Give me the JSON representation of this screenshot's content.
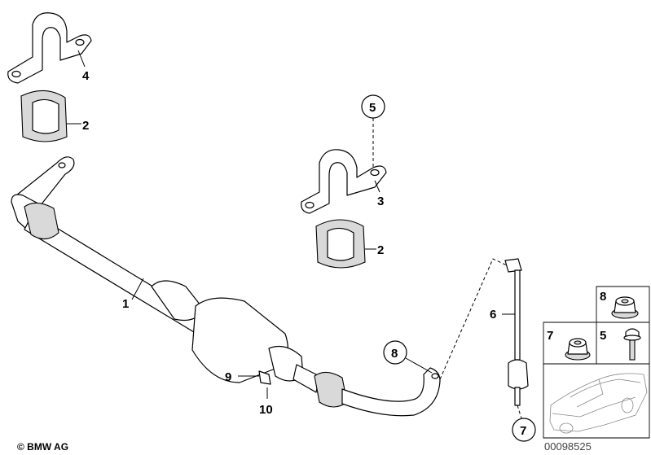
{
  "callouts": {
    "clamp_left": "4",
    "bushing_left": "2",
    "bolt_circle": "5",
    "clamp_right": "3",
    "bushing_right": "2",
    "stabilizer_bar": "1",
    "link": "6",
    "nut_circle": "8",
    "screw_9": "9",
    "screw_10": "10",
    "link_nut_circle": "7"
  },
  "inset": {
    "nut_8_label": "8",
    "nut_7_label": "7",
    "bolt_5_label": "5"
  },
  "footer": {
    "copyright": "© BMW AG",
    "diagram_number": "00098525"
  }
}
